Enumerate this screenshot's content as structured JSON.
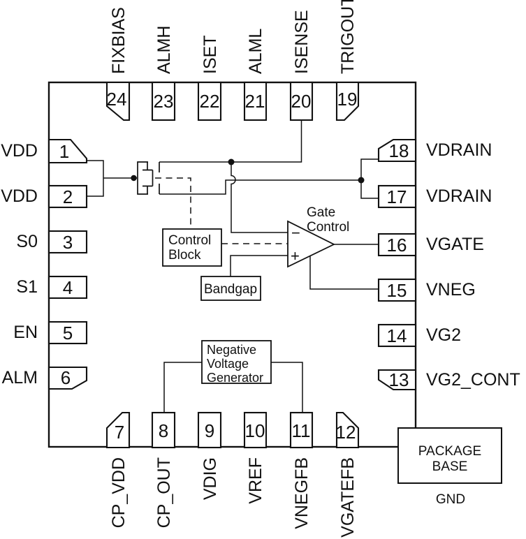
{
  "pins": {
    "top": [
      {
        "num": "24",
        "label": "FIXBIAS"
      },
      {
        "num": "23",
        "label": "ALMH"
      },
      {
        "num": "22",
        "label": "ISET"
      },
      {
        "num": "21",
        "label": "ALML"
      },
      {
        "num": "20",
        "label": "ISENSE"
      },
      {
        "num": "19",
        "label": "TRIGOUT"
      }
    ],
    "left": [
      {
        "num": "1",
        "label": "VDD"
      },
      {
        "num": "2",
        "label": "VDD"
      },
      {
        "num": "3",
        "label": "S0"
      },
      {
        "num": "4",
        "label": "S1"
      },
      {
        "num": "5",
        "label": "EN"
      },
      {
        "num": "6",
        "label": "ALM"
      }
    ],
    "right": [
      {
        "num": "18",
        "label": "VDRAIN"
      },
      {
        "num": "17",
        "label": "VDRAIN"
      },
      {
        "num": "16",
        "label": "VGATE"
      },
      {
        "num": "15",
        "label": "VNEG"
      },
      {
        "num": "14",
        "label": "VG2"
      },
      {
        "num": "13",
        "label": "VG2_CONT"
      }
    ],
    "bottom": [
      {
        "num": "7",
        "label": "CP_VDD"
      },
      {
        "num": "8",
        "label": "CP_OUT"
      },
      {
        "num": "9",
        "label": "VDIG"
      },
      {
        "num": "10",
        "label": "VREF"
      },
      {
        "num": "11",
        "label": "VNEGFB"
      },
      {
        "num": "12",
        "label": "VGATEFB"
      }
    ]
  },
  "blocks": {
    "control_block": {
      "line1": "Control",
      "line2": "Block"
    },
    "bandgap": {
      "label": "Bandgap"
    },
    "nvg": {
      "line1": "Negative",
      "line2": "Voltage",
      "line3": "Generator"
    },
    "gate_control": {
      "line1": "Gate",
      "line2": "Control"
    },
    "opamp": {
      "minus": "−",
      "plus": "+"
    },
    "package_base": {
      "line1": "PACKAGE",
      "line2": "BASE",
      "ground": "GND"
    }
  },
  "colors": {
    "line": "#111111",
    "background": "#ffffff"
  }
}
